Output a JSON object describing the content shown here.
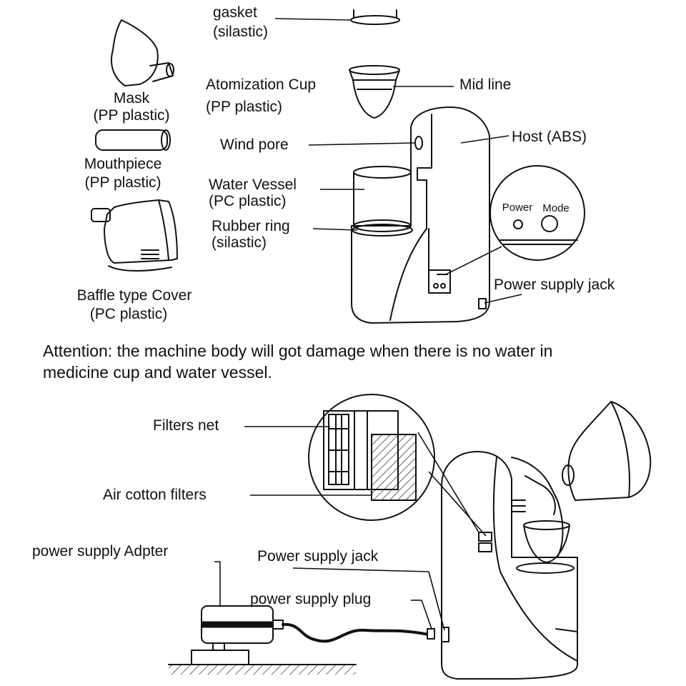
{
  "top": {
    "gasket": [
      "gasket",
      "(silastic)"
    ],
    "mask": [
      "Mask",
      "(PP plastic)"
    ],
    "atomization_cup": [
      "Atomization Cup",
      "(PP plastic)"
    ],
    "mid_line": "Mid line",
    "host": "Host (ABS)",
    "wind_pore": "Wind pore",
    "mouthpiece": [
      "Mouthpiece",
      "(PP plastic)"
    ],
    "water_vessel": [
      "Water Vessel",
      "(PC plastic)"
    ],
    "power_button": "Power",
    "mode_button": "Mode",
    "rubber_ring": [
      "Rubber ring",
      "(silastic)"
    ],
    "power_supply_jack": "Power supply jack",
    "baffle_cover": [
      "Baffle type Cover",
      "(PC plastic)"
    ]
  },
  "attention": [
    "Attention: the machine body will got damage when there is no water in",
    "medicine cup and water vessel."
  ],
  "bottom": {
    "filters_net": "Filters net",
    "air_cotton_filters": "Air cotton filters",
    "power_adapter": "power supply Adpter",
    "power_supply_jack": "Power supply jack",
    "power_supply_plug": "power supply plug"
  }
}
